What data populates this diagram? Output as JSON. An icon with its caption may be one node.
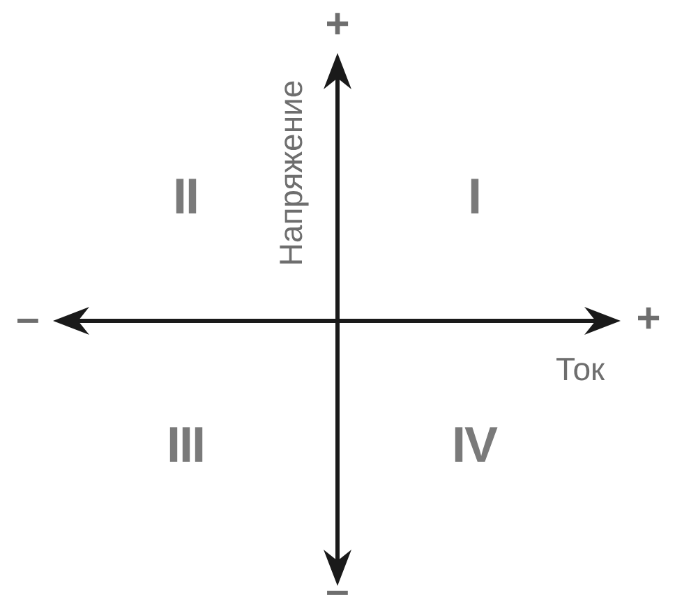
{
  "diagram": {
    "labels": [
      "+",
      "Напряжение",
      "II",
      "I",
      "–",
      "+",
      "Ток",
      "III",
      "IV",
      "–"
    ]
  }
}
